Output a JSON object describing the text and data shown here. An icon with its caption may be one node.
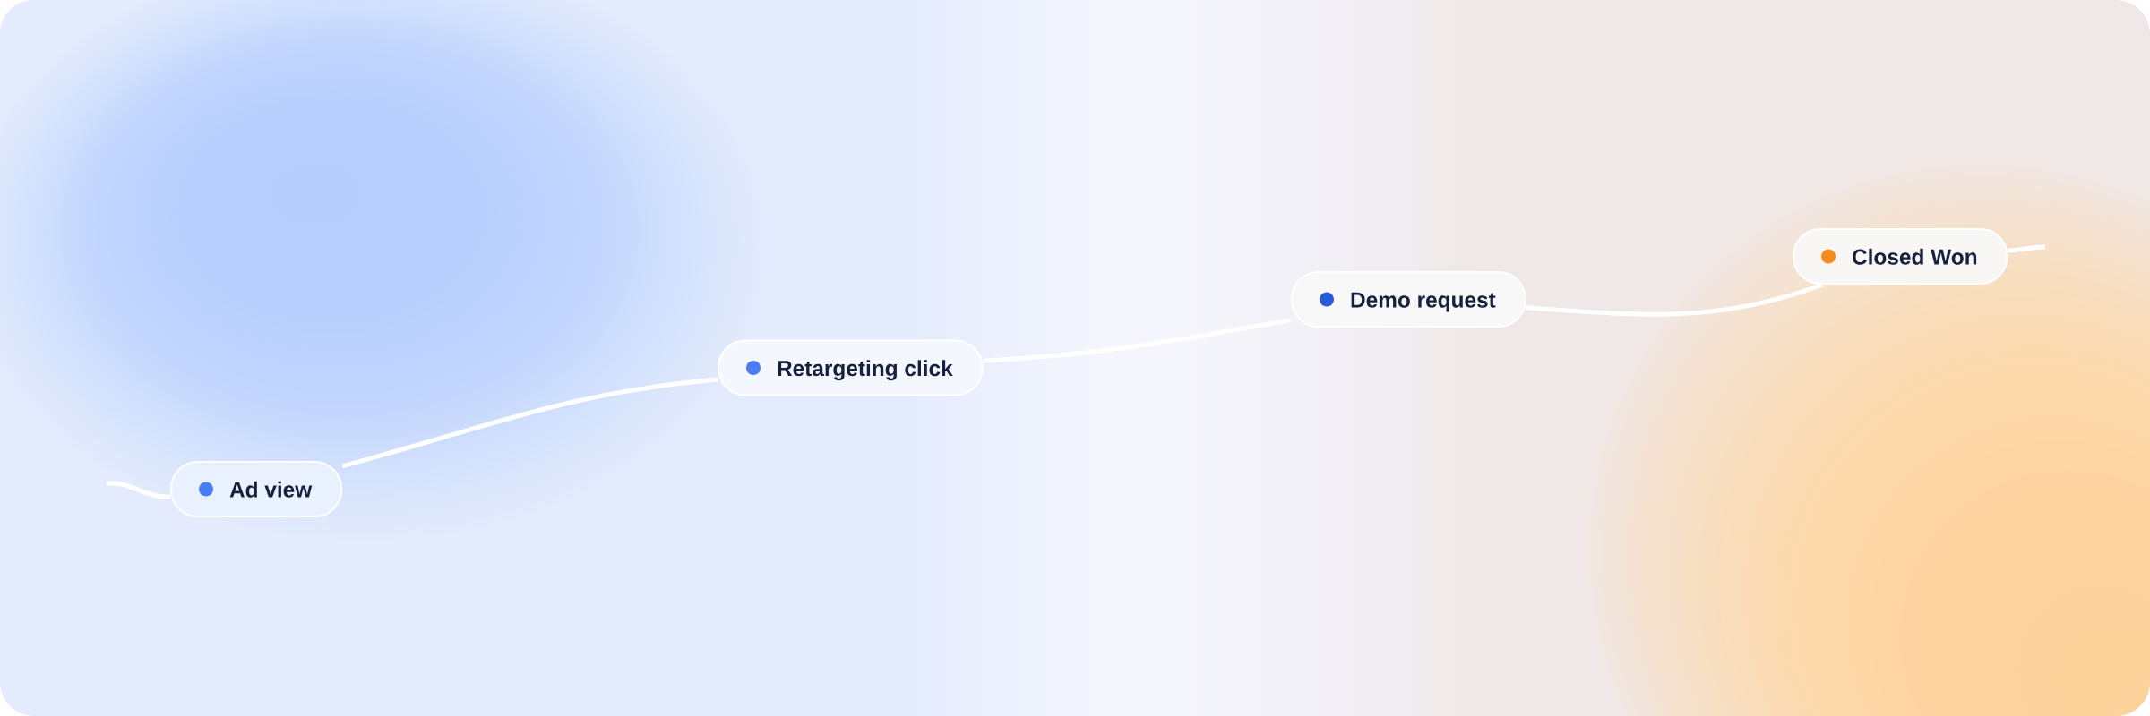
{
  "diagram": {
    "nodes": [
      {
        "text": [
          "Ad view"
        ]
      },
      {
        "text": [
          "Retargeting click"
        ]
      },
      {
        "text": [
          "Demo request"
        ]
      },
      {
        "text": [
          "Closed Won"
        ]
      }
    ],
    "edges": [
      {
        "from": null,
        "to": 0,
        "arrow": "none"
      },
      {
        "from": 0,
        "to": 1,
        "arrow": "none"
      },
      {
        "from": 1,
        "to": 2,
        "arrow": "none"
      },
      {
        "from": 2,
        "to": 3,
        "arrow": "none"
      },
      {
        "from": 3,
        "to": null,
        "arrow": "none"
      }
    ]
  }
}
